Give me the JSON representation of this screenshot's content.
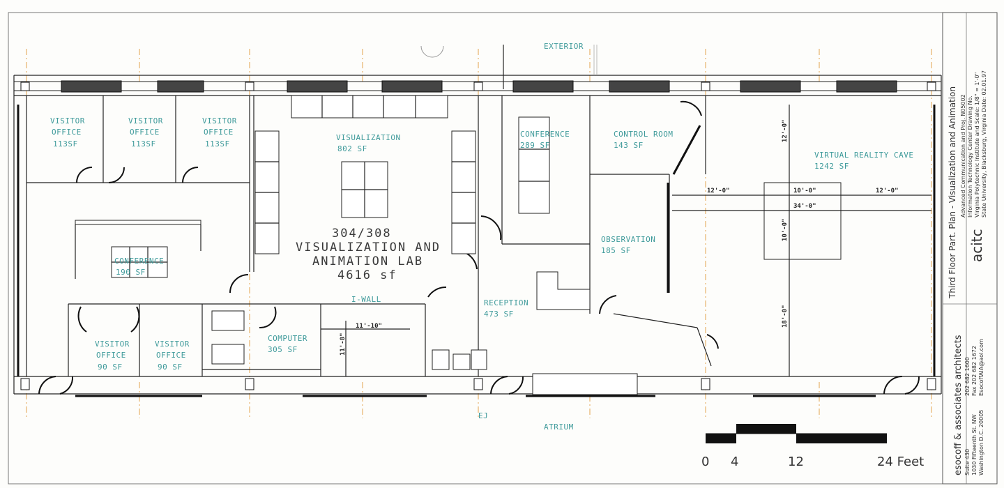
{
  "labels": {
    "exterior": "EXTERIOR",
    "atrium": "ATRIUM",
    "ej": "EJ",
    "iwall": "I-WALL",
    "lab": {
      "l1": "304/308",
      "l2": "VISUALIZATION AND",
      "l3": "ANIMATION LAB",
      "l4": "4616 sf"
    }
  },
  "rooms": {
    "vo1": {
      "l1": "VISITOR",
      "l2": "OFFICE",
      "l3": "113SF"
    },
    "vo2": {
      "l1": "VISITOR",
      "l2": "OFFICE",
      "l3": "113SF"
    },
    "vo3": {
      "l1": "VISITOR",
      "l2": "OFFICE",
      "l3": "113SF"
    },
    "vo4": {
      "l1": "VISITOR",
      "l2": "OFFICE",
      "l3": "90 SF"
    },
    "vo5": {
      "l1": "VISITOR",
      "l2": "OFFICE",
      "l3": "90 SF"
    },
    "conf1": {
      "l1": "CONFERENCE",
      "l2": "190 SF"
    },
    "viz": {
      "l1": "VISUALIZATION",
      "l2": "802 SF"
    },
    "computer": {
      "l1": "COMPUTER",
      "l2": "305 SF"
    },
    "conf2": {
      "l1": "CONFERENCE",
      "l2": "289 SF"
    },
    "control": {
      "l1": "CONTROL ROOM",
      "l2": "143 SF"
    },
    "reception": {
      "l1": "RECEPTION",
      "l2": "473 SF"
    },
    "observation": {
      "l1": "OBSERVATION",
      "l2": "185 SF"
    },
    "cave": {
      "l1": "VIRTUAL REALITY CAVE",
      "l2": "1242 SF"
    }
  },
  "dimensions": {
    "iwall": "11'-10\"",
    "iwall_v": "11'-8\"",
    "cave_left": "12'-0\"",
    "cave_mid": "10'-0\"",
    "cave_right": "12'-0\"",
    "cave_total": "34'-0\"",
    "cave_v_top": "12'-0\"",
    "cave_v_mid": "10'-0\"",
    "cave_v_bot": "18'-0\""
  },
  "scale_bar": {
    "t0": "0",
    "t1": "4",
    "t2": "12",
    "t3": "24 Feet"
  },
  "title_block": {
    "title": "Third Floor Part. Plan - Visualization and Animation",
    "proj": "Advanced Communication and  Proj. N05002",
    "itc": "Information Technology Center  Drawing No.",
    "vpi": "Virginia Polytechnic Institute and  Scale: 1/8\" = 1'-0\"",
    "vsu": "State University, Blacksburg, Virginia  Date: 02.01.97",
    "logo": "acitc",
    "firm": "esocoff & associates architects",
    "addr1": "Suite 430",
    "addr2": "1030 Fifteenth St. NW",
    "addr3": "Washington D.C. 20005",
    "tel": "202 682 1600",
    "fax": "Fax 202 682 1672",
    "email": "EsocoffAIA@aol.com"
  }
}
